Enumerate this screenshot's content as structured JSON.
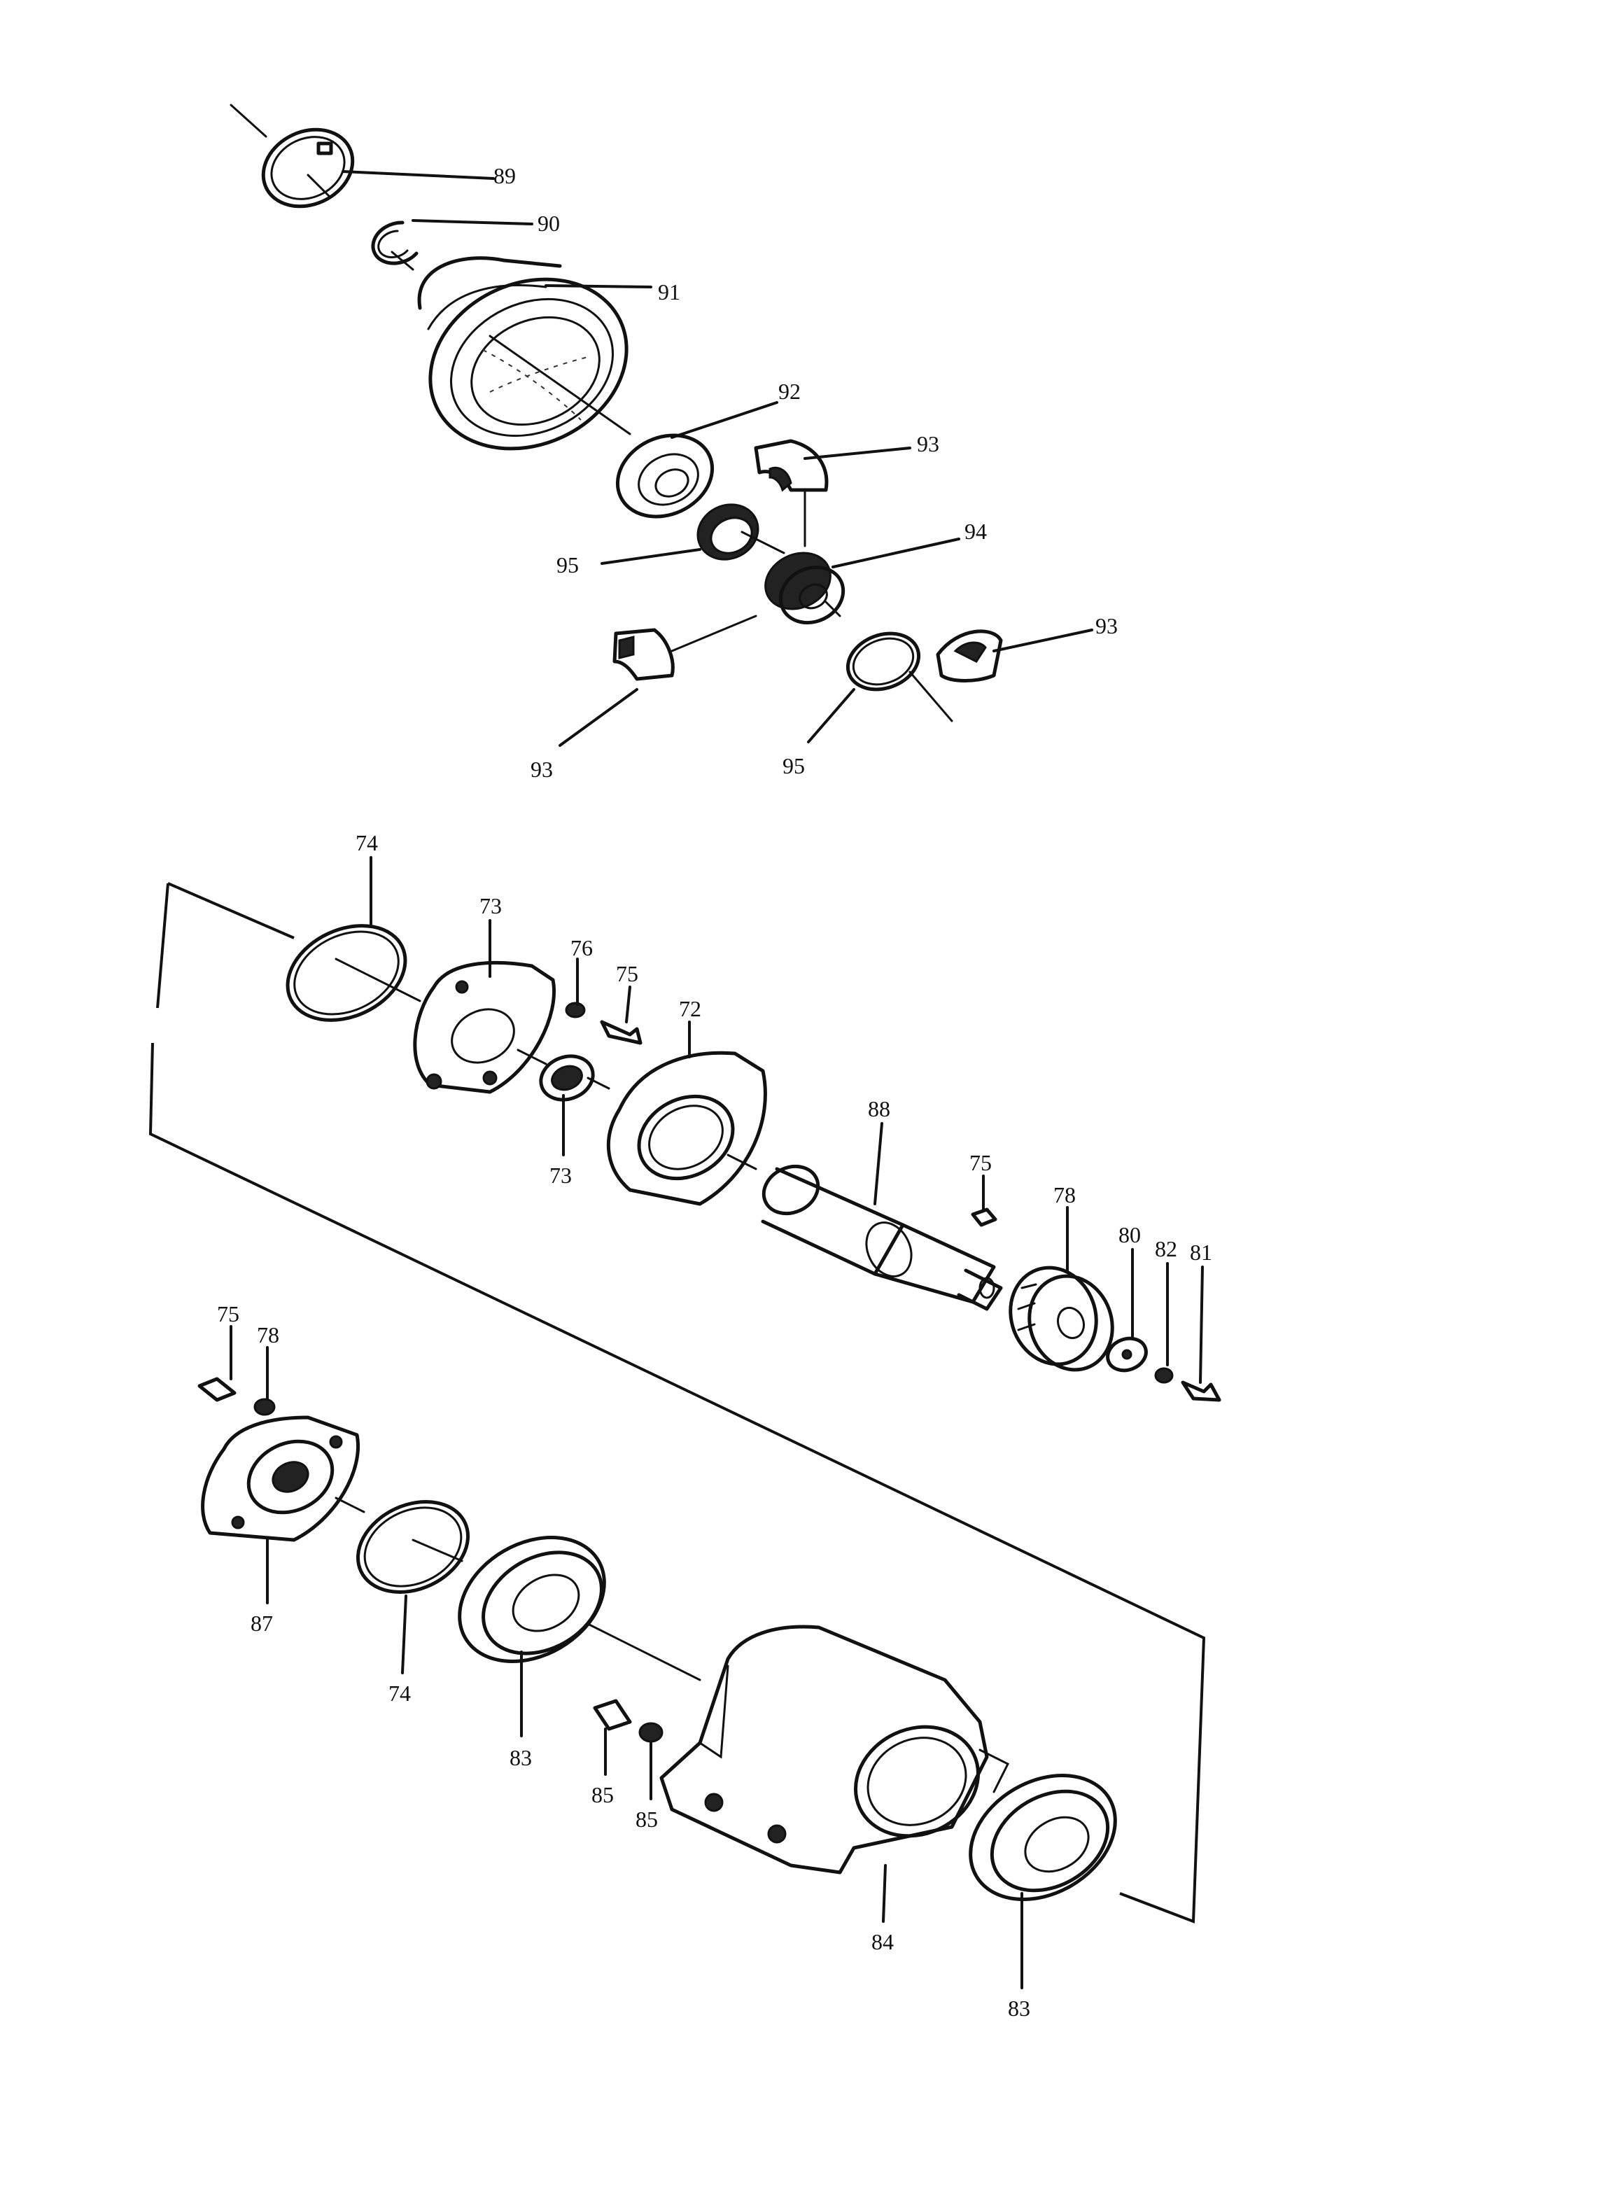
{
  "diagram": {
    "callouts": {
      "c89": "89",
      "c90": "90",
      "c91": "91",
      "c92": "92",
      "c93a": "93",
      "c94": "94",
      "c95a": "95",
      "c93b": "93",
      "c93c": "93",
      "c95b": "95",
      "c74a": "74",
      "c73a": "73",
      "c76": "76",
      "c75a": "75",
      "c72": "72",
      "c73b": "73",
      "c88": "88",
      "c75b": "75",
      "c78a": "78",
      "c80": "80",
      "c82": "82",
      "c81": "81",
      "c75c": "75",
      "c78b": "78",
      "c87": "87",
      "c74b": "74",
      "c83a": "83",
      "c85a": "85",
      "c85b": "85",
      "c84": "84",
      "c83b": "83"
    }
  }
}
